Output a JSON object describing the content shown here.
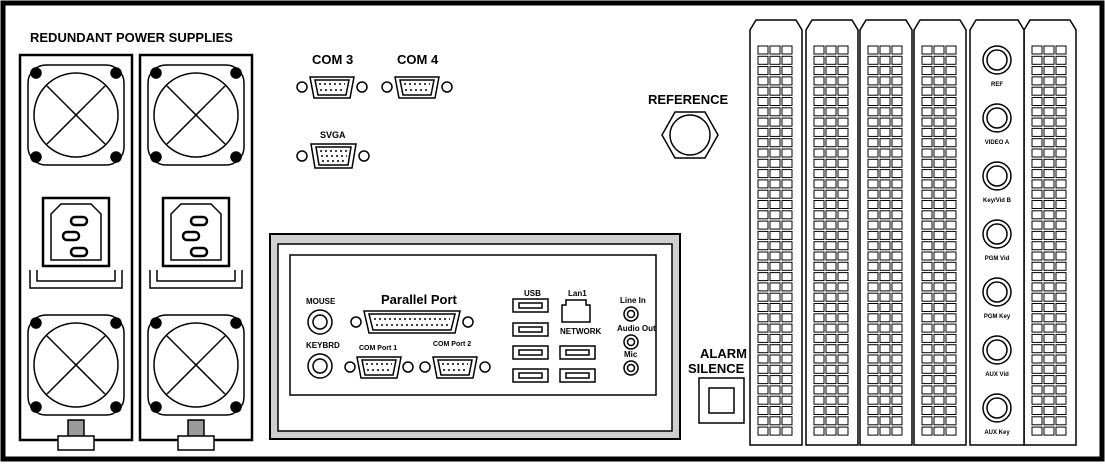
{
  "labels": {
    "power_supplies": "REDUNDANT POWER SUPPLIES",
    "com3": "COM 3",
    "com4": "COM 4",
    "svga": "SVGA",
    "reference": "REFERENCE",
    "alarm_line1": "ALARM",
    "alarm_line2": "SILENCE",
    "mouse": "MOUSE",
    "keybrd": "KEYBRD",
    "parallel_port": "Parallel Port",
    "com_port1": "COM Port 1",
    "com_port2": "COM Port 2",
    "usb": "USB",
    "lan1": "Lan1",
    "network": "NETWORK",
    "line_in": "Line In",
    "audio_out": "Audio Out",
    "mic": "Mic"
  },
  "bnc_connectors": [
    "REF",
    "VIDEO A",
    "Key/Vid B",
    "PGM Vid",
    "PGM Key",
    "AUX Vid",
    "AUX Key"
  ],
  "colors": {
    "line": "#000000",
    "fill": "#ffffff",
    "frame_gray": "#cfcfcf",
    "latch_gray": "#9a9a9a"
  }
}
